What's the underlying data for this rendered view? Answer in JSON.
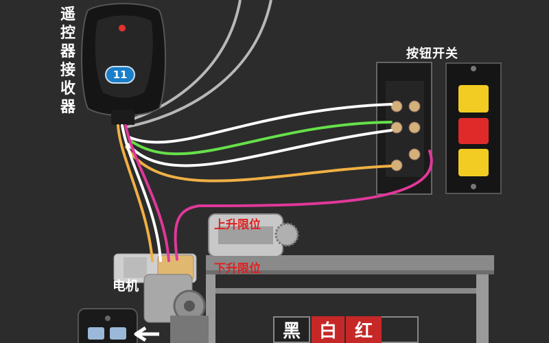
{
  "receiver": {
    "label_chars": [
      "遥",
      "控",
      "器",
      "接",
      "收",
      "器"
    ],
    "badge": "11"
  },
  "switch": {
    "label": "按钮开关"
  },
  "motor": {
    "label": "电机"
  },
  "limits": {
    "up": "上升限位",
    "down": "下升限位"
  },
  "wire_legend": {
    "black": "黑",
    "white": "白",
    "red": "红"
  },
  "colors": {
    "background": "#2c2c2c",
    "wire_white": "#ffffff",
    "wire_green": "#66e04a",
    "wire_yellow": "#f0b044",
    "wire_pink": "#e0389a",
    "wire_gray": "#b8b8b8",
    "button_yellow": "#f2cc22",
    "button_red": "#e02a2a",
    "label_red": "#e02020"
  }
}
